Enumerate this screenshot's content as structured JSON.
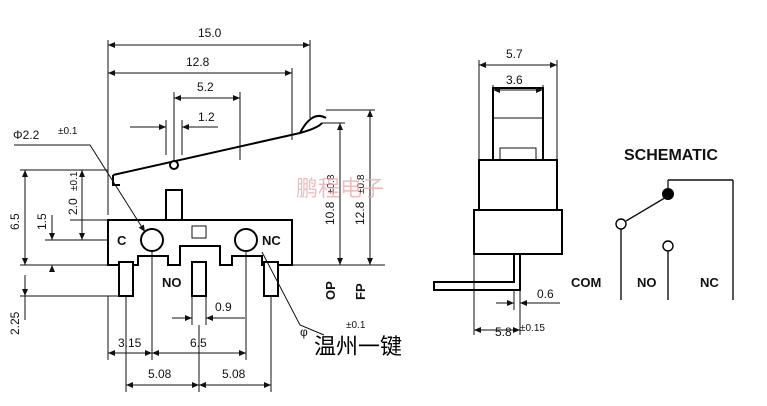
{
  "left_view": {
    "dims": {
      "width_15": "15.0",
      "width_12_8": "12.8",
      "width_5_2": "5.2",
      "width_1_2": "1.2",
      "hole_dia": "Φ2.2",
      "hole_tol": "±0.1",
      "h_2_0": "2.0",
      "h_2_0_tol": "±0.1",
      "h_6_5": "6.5",
      "h_1_5": "1.5",
      "h_2_25": "2.25",
      "op_10_8": "10.8",
      "op_tol": "±0.8",
      "fp_12_8": "12.8",
      "fp_tol": "±0.8",
      "op": "OP",
      "fp": "FP",
      "pin_0_9": "0.9",
      "pin_dia": "φ",
      "pin_dia_tol": "±0.1",
      "x_3_15": "3.15",
      "x_6_5": "6.5",
      "x_5_08_a": "5.08",
      "x_5_08_b": "5.08"
    },
    "terminals": {
      "c": "C",
      "no": "NO",
      "nc": "NC"
    }
  },
  "side_view": {
    "dims": {
      "w_5_7": "5.7",
      "w_3_6": "3.6",
      "t_0_6": "0.6",
      "d_5_8": "5.8",
      "d_5_8_tol": "±0.15"
    }
  },
  "schematic": {
    "title": "SCHEMATIC",
    "com": "COM",
    "no": "NO",
    "nc": "NC"
  },
  "watermark": "鹏程电子",
  "caption": "温州一键"
}
